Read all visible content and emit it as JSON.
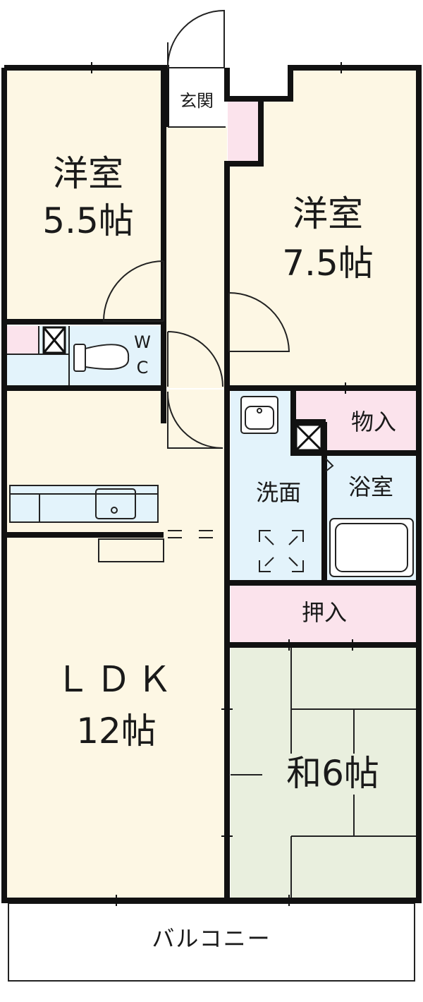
{
  "plan": {
    "rooms": {
      "western_a": {
        "name": "洋室",
        "size": "5.5帖"
      },
      "western_b": {
        "name": "洋室",
        "size": "7.5帖"
      },
      "ldk": {
        "name": "ＬＤＫ",
        "size": "12帖"
      },
      "japanese": {
        "label": "和6帖"
      },
      "entrance": "玄関",
      "storage": "物入",
      "washroom": "洗面",
      "bathroom": "浴室",
      "closet": "押入",
      "toilet_w": "W",
      "toilet_c": "C",
      "balcony": "バルコニー"
    },
    "colors": {
      "room_fill": "#fdf7e4",
      "wet_fill": "#e3f3fb",
      "storage_fill": "#fbe3ec",
      "tatami_fill": "#e9efde",
      "wall": "#111111"
    }
  }
}
